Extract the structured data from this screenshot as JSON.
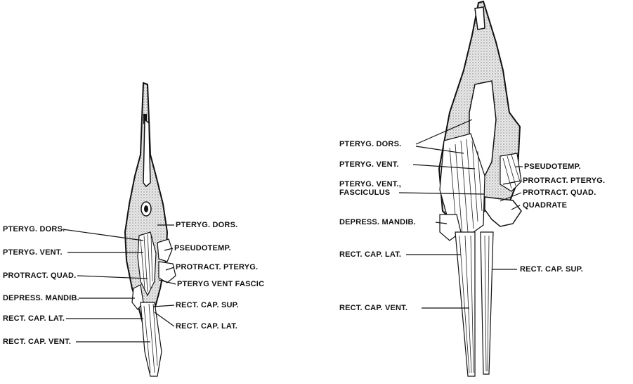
{
  "figure": {
    "left_head": {
      "labels": [
        {
          "key": "pteryg_dors_left",
          "text": "PTERYG. DORS."
        },
        {
          "key": "pteryg_dors_right",
          "text": "PTERYG. DORS."
        },
        {
          "key": "pteryg_vent",
          "text": "PTERYG. VENT."
        },
        {
          "key": "pseudotemp",
          "text": "PSEUDOTEMP."
        },
        {
          "key": "protract_quad",
          "text": "PROTRACT. QUAD."
        },
        {
          "key": "protract_pteryg",
          "text": "PROTRACT. PTERYG."
        },
        {
          "key": "pteryg_vent_fascic",
          "text": "PTERYG VENT FASCIC"
        },
        {
          "key": "depress_mandib",
          "text": "DEPRESS. MANDIB."
        },
        {
          "key": "rect_cap_sup",
          "text": "RECT. CAP. SUP."
        },
        {
          "key": "rect_cap_lat_left",
          "text": "RECT. CAP. LAT."
        },
        {
          "key": "rect_cap_lat_right",
          "text": "RECT. CAP. LAT."
        },
        {
          "key": "rect_cap_vent",
          "text": "RECT. CAP. VENT."
        }
      ]
    },
    "right_head": {
      "labels": [
        {
          "key": "pteryg_dors",
          "text": "PTERYG. DORS."
        },
        {
          "key": "pteryg_vent",
          "text": "PTERYG. VENT."
        },
        {
          "key": "pteryg_vent_fasciculus",
          "text": "PTERYG. VENT.,\nFASCICULUS"
        },
        {
          "key": "pseudotemp",
          "text": "PSEUDOTEMP."
        },
        {
          "key": "protract_pteryg",
          "text": "PROTRACT. PTERYG."
        },
        {
          "key": "protract_quad",
          "text": "PROTRACT. QUAD."
        },
        {
          "key": "quadrate",
          "text": "QUADRATE"
        },
        {
          "key": "depress_mandib",
          "text": "DEPRESS. MANDIB."
        },
        {
          "key": "rect_cap_lat",
          "text": "RECT. CAP. LAT."
        },
        {
          "key": "rect_cap_sup",
          "text": "RECT. CAP. SUP."
        },
        {
          "key": "rect_cap_vent",
          "text": "RECT. CAP. VENT."
        }
      ]
    }
  },
  "colors": {
    "ink": "#111111",
    "stipple": "#cfcfcf",
    "background": "#ffffff"
  }
}
